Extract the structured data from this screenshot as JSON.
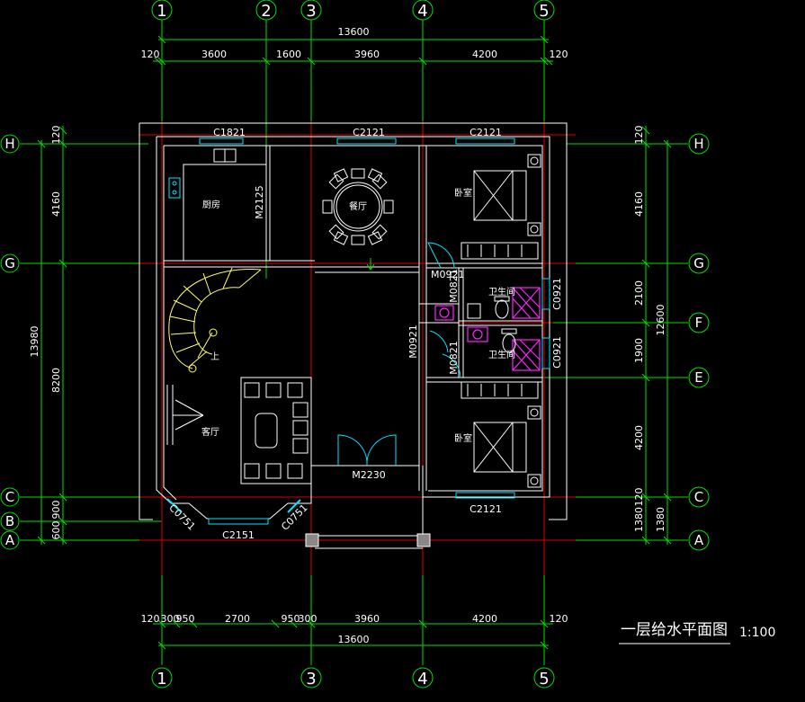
{
  "axes_vertical": [
    "1",
    "2",
    "3",
    "4",
    "5"
  ],
  "axes_horizontal": [
    "H",
    "G",
    "F",
    "E",
    "C",
    "B",
    "A"
  ],
  "top_dims": {
    "total": "13600",
    "segments": [
      "120",
      "3600",
      "1600",
      "3960",
      "4200",
      "120"
    ]
  },
  "bottom_dims": {
    "total": "13600",
    "segments": [
      "120",
      "300",
      "950",
      "2700",
      "950",
      "300",
      "3960",
      "4200",
      "120"
    ]
  },
  "left_dims": {
    "total": "13980",
    "segments": [
      "120",
      "4160",
      "8200",
      "900",
      "600"
    ]
  },
  "right_dims": {
    "total": "12600",
    "segments": [
      "120",
      "4160",
      "2100",
      "1900",
      "4200",
      "120",
      "1380",
      "1380"
    ]
  },
  "windows": {
    "kitchen": "C1821",
    "dining": "C2121",
    "bedroom_north": "C2121",
    "bedroom_south": "C2121",
    "bay_front": "C2151",
    "bay_left": "C0751",
    "bay_right": "C0751",
    "bath_upper": "C0921",
    "bath_lower": "C0921"
  },
  "doors": {
    "kitchen": "M2125",
    "hall_a": "M0921",
    "hall_b": "M0821",
    "hall_c": "M0921",
    "hall_d": "M0821",
    "entrance": "M2230"
  },
  "rooms": {
    "kitchen": "厨房",
    "dining": "餐厅",
    "bedroom_north": "卧室",
    "bedroom_south": "卧室",
    "bath_upper": "卫生间",
    "bath_lower": "卫生间",
    "living": "客厅",
    "stair_up": "上"
  },
  "title": {
    "text": "一层给水平面图",
    "scale": "1:100"
  },
  "colors": {
    "background": "#000000",
    "axis": "#00e000",
    "dimension": "#00e000",
    "wall": "#ffffff",
    "red_line": "#e00000",
    "window": "#00e5ff",
    "stair": "#ffff66",
    "fixture": "#ff22ff"
  }
}
